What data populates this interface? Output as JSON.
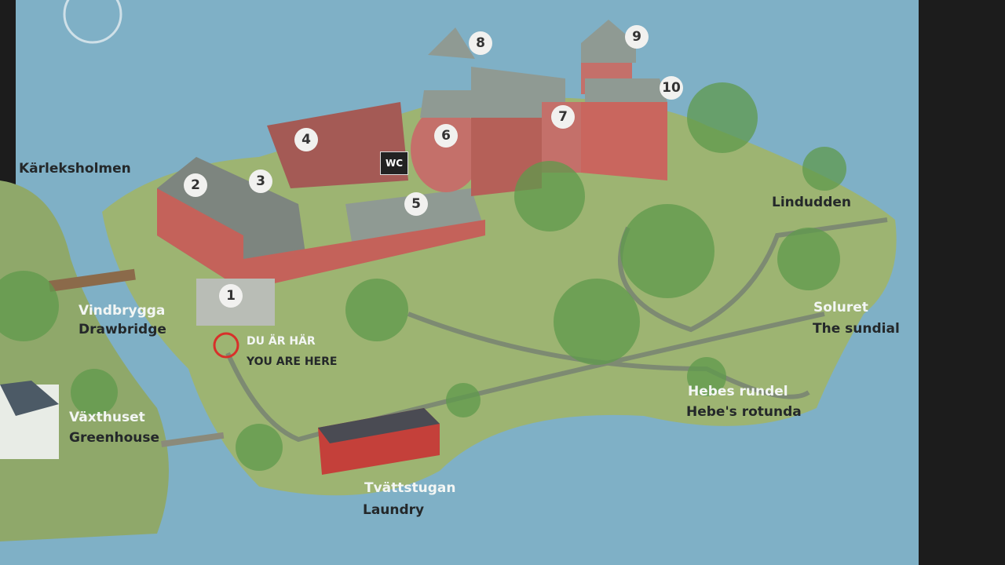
{
  "map": {
    "places": {
      "karleksholmen": "Kärleksholmen",
      "vindbrygga_sv": "Vindbrygga",
      "vindbrygga_en": "Drawbridge",
      "you_here_sv": "Du är här",
      "you_here_en": "You are here",
      "vaxthuset_sv": "Växthuset",
      "vaxthuset_en": "Greenhouse",
      "tvattstugan_sv": "Tvättstugan",
      "tvattstugan_en": "Laundry",
      "lindudden": "Lindudden",
      "soluret_sv": "Soluret",
      "soluret_en": "The sundial",
      "hebes_sv": "Hebes rundel",
      "hebes_en": "Hebe's rotunda"
    },
    "wc": "WC",
    "markers": [
      "1",
      "2",
      "3",
      "4",
      "5",
      "6",
      "7",
      "8",
      "9",
      "10"
    ],
    "colors": {
      "water": "#7fb0c6",
      "land": "#9db472",
      "brick": "#c4625a",
      "roof": "#8f9a93",
      "you_here": "#d8302a"
    }
  }
}
